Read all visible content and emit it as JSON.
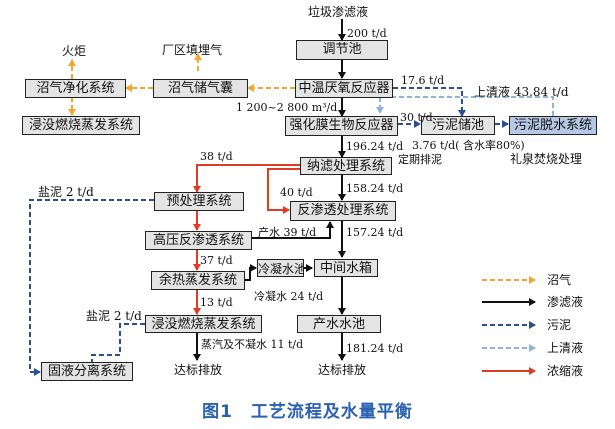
{
  "boxes": {
    "tiaojiechi": "调节池",
    "yanyang": "中温厌氧反应器",
    "qiangmo": "强化膜生物反应器",
    "nalv": "纳滤处理系统",
    "fanshentou": "反渗透处理系统",
    "chanshuichi": "产水水池",
    "zhongjian": "中间水箱",
    "lengning": "冷凝水池",
    "yuchuli": "预处理系统",
    "gaoya": "高压反渗透系统",
    "yure": "余热蒸发系统",
    "jinmei_bottom": "浸没燃烧蒸发系统",
    "guye": "固液分离系统",
    "wunichu": "污泥储池",
    "wunituoshui": "污泥脱水系统",
    "zhaoqichu": "沼气储气囊",
    "zhaoqijinghua": "沼气净化系统",
    "jinmei_top": "浸没燃烧蒸发系统"
  },
  "labels": {
    "source": "垃圾渗滤液",
    "flow_200": "200 t/d",
    "huoju": "火炬",
    "changqu": "厂区填埋气",
    "biogas_range": "1 200~2 800 m³/d",
    "flow_17_6": "17.6 t/d",
    "shangqing": "上清液 43.84 t/d",
    "flow_30": "30 t/d",
    "flow_3_76": "3.76 t/d( 含水率80%)",
    "dingqi": "定期排泥",
    "liquan": "礼泉焚烧处理",
    "flow_196_24": "196.24 t/d",
    "flow_38": "38 t/d",
    "flow_40": "40 t/d",
    "flow_158_24": "158.24 t/d",
    "yanni_top": "盐泥 2 t/d",
    "chanshui_39": "产水 39 t/d",
    "flow_157_24": "157.24 t/d",
    "flow_37": "37 t/d",
    "lengning_24": "冷凝水 24 t/d",
    "flow_13": "13 t/d",
    "yanni_bottom": "盐泥 2 t/d",
    "zhengqi": "蒸汽及不凝水 11 t/d",
    "flow_181_24": "181.24 t/d",
    "dabiao_left": "达标排放",
    "dabiao_right": "达标排放"
  },
  "legend": [
    {
      "label": "沼气",
      "color": "#f0a830",
      "style": "dashed"
    },
    {
      "label": "渗滤液",
      "color": "#111111",
      "style": "solid"
    },
    {
      "label": "污泥",
      "color": "#2b4f95",
      "style": "dashed"
    },
    {
      "label": "上清液",
      "color": "#8db4df",
      "style": "dashed"
    },
    {
      "label": "浓缩液",
      "color": "#e23b24",
      "style": "solid"
    }
  ],
  "caption": "图1　工艺流程及水量平衡"
}
